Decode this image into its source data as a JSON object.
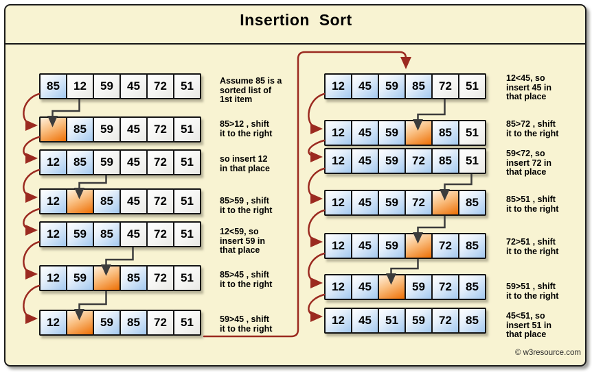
{
  "title": "Insertion  Sort",
  "watermark": "© w3resource.com",
  "colors": {
    "background": "#F8F3D2",
    "flow_arrow_red": "#9B2A20",
    "shift_arrow_gray": "#3C3C3C",
    "cell_blue": "#A4C9EF",
    "cell_orange": "#EE6F04",
    "cell_white": "#F5F5F3",
    "cell_border": "#141414"
  },
  "left_column": {
    "rows": [
      {
        "cells": [
          {
            "value": "85",
            "state": "blue"
          },
          {
            "value": "12",
            "state": "white"
          },
          {
            "value": "59",
            "state": "white"
          },
          {
            "value": "45",
            "state": "white"
          },
          {
            "value": "72",
            "state": "white"
          },
          {
            "value": "51",
            "state": "white"
          }
        ]
      },
      {
        "cells": [
          {
            "value": "",
            "state": "orange"
          },
          {
            "value": "85",
            "state": "blue"
          },
          {
            "value": "59",
            "state": "white"
          },
          {
            "value": "45",
            "state": "white"
          },
          {
            "value": "72",
            "state": "white"
          },
          {
            "value": "51",
            "state": "white"
          }
        ]
      },
      {
        "cells": [
          {
            "value": "12",
            "state": "blue"
          },
          {
            "value": "85",
            "state": "blue"
          },
          {
            "value": "59",
            "state": "white"
          },
          {
            "value": "45",
            "state": "white"
          },
          {
            "value": "72",
            "state": "white"
          },
          {
            "value": "51",
            "state": "white"
          }
        ]
      },
      {
        "cells": [
          {
            "value": "12",
            "state": "blue"
          },
          {
            "value": "",
            "state": "orange"
          },
          {
            "value": "85",
            "state": "blue"
          },
          {
            "value": "45",
            "state": "white"
          },
          {
            "value": "72",
            "state": "white"
          },
          {
            "value": "51",
            "state": "white"
          }
        ]
      },
      {
        "cells": [
          {
            "value": "12",
            "state": "blue"
          },
          {
            "value": "59",
            "state": "blue"
          },
          {
            "value": "85",
            "state": "blue"
          },
          {
            "value": "45",
            "state": "white"
          },
          {
            "value": "72",
            "state": "white"
          },
          {
            "value": "51",
            "state": "white"
          }
        ]
      },
      {
        "cells": [
          {
            "value": "12",
            "state": "blue"
          },
          {
            "value": "59",
            "state": "blue"
          },
          {
            "value": "",
            "state": "orange"
          },
          {
            "value": "85",
            "state": "blue"
          },
          {
            "value": "72",
            "state": "white"
          },
          {
            "value": "51",
            "state": "white"
          }
        ]
      },
      {
        "cells": [
          {
            "value": "12",
            "state": "blue"
          },
          {
            "value": "",
            "state": "orange"
          },
          {
            "value": "59",
            "state": "blue"
          },
          {
            "value": "85",
            "state": "blue"
          },
          {
            "value": "72",
            "state": "white"
          },
          {
            "value": "51",
            "state": "white"
          }
        ]
      }
    ],
    "annotations": [
      [
        "Assume 85 is a",
        "sorted list of",
        "1st item"
      ],
      [
        "85>12 , shift",
        "it to the right"
      ],
      [
        "so insert 12",
        "in that place"
      ],
      [
        "85>59 , shift",
        "it to the right"
      ],
      [
        "12<59, so",
        "insert 59 in",
        "that place"
      ],
      [
        "85>45 , shift",
        "it to the right"
      ],
      [
        "59>45 , shift",
        "it to the right"
      ]
    ]
  },
  "right_column": {
    "rows": [
      {
        "cells": [
          {
            "value": "12",
            "state": "blue"
          },
          {
            "value": "45",
            "state": "blue"
          },
          {
            "value": "59",
            "state": "blue"
          },
          {
            "value": "85",
            "state": "blue"
          },
          {
            "value": "72",
            "state": "white"
          },
          {
            "value": "51",
            "state": "white"
          }
        ]
      },
      {
        "cells": [
          {
            "value": "12",
            "state": "blue"
          },
          {
            "value": "45",
            "state": "blue"
          },
          {
            "value": "59",
            "state": "blue"
          },
          {
            "value": "",
            "state": "orange"
          },
          {
            "value": "85",
            "state": "blue"
          },
          {
            "value": "51",
            "state": "white"
          }
        ]
      },
      {
        "cells": [
          {
            "value": "12",
            "state": "blue"
          },
          {
            "value": "45",
            "state": "blue"
          },
          {
            "value": "59",
            "state": "blue"
          },
          {
            "value": "72",
            "state": "blue"
          },
          {
            "value": "85",
            "state": "blue"
          },
          {
            "value": "51",
            "state": "white"
          }
        ]
      },
      {
        "cells": [
          {
            "value": "12",
            "state": "blue"
          },
          {
            "value": "45",
            "state": "blue"
          },
          {
            "value": "59",
            "state": "blue"
          },
          {
            "value": "72",
            "state": "blue"
          },
          {
            "value": "",
            "state": "orange"
          },
          {
            "value": "85",
            "state": "blue"
          }
        ]
      },
      {
        "cells": [
          {
            "value": "12",
            "state": "blue"
          },
          {
            "value": "45",
            "state": "blue"
          },
          {
            "value": "59",
            "state": "blue"
          },
          {
            "value": "",
            "state": "orange"
          },
          {
            "value": "72",
            "state": "blue"
          },
          {
            "value": "85",
            "state": "blue"
          }
        ]
      },
      {
        "cells": [
          {
            "value": "12",
            "state": "blue"
          },
          {
            "value": "45",
            "state": "blue"
          },
          {
            "value": "",
            "state": "orange"
          },
          {
            "value": "59",
            "state": "blue"
          },
          {
            "value": "72",
            "state": "blue"
          },
          {
            "value": "85",
            "state": "blue"
          }
        ]
      },
      {
        "cells": [
          {
            "value": "12",
            "state": "blue"
          },
          {
            "value": "45",
            "state": "blue"
          },
          {
            "value": "51",
            "state": "blue"
          },
          {
            "value": "59",
            "state": "blue"
          },
          {
            "value": "72",
            "state": "blue"
          },
          {
            "value": "85",
            "state": "blue"
          }
        ]
      }
    ],
    "annotations": [
      [
        "12<45, so",
        "insert 45 in",
        "that place"
      ],
      [
        "85>72 , shift",
        "it to the right"
      ],
      [
        "59<72, so",
        "insert 72 in",
        "that place"
      ],
      [
        "85>51 , shift",
        "it to the right"
      ],
      [
        "72>51 , shift",
        "it to the right"
      ],
      [
        "59>51 , shift",
        "it to the right"
      ],
      [
        "45<51, so",
        "insert 51 in",
        "that place"
      ]
    ]
  },
  "shift_arrows": [
    {
      "column": "left",
      "from_row": 0,
      "from_cell": 1,
      "to_row": 1,
      "to_cell": 0
    },
    {
      "column": "left",
      "from_row": 2,
      "from_cell": 2,
      "to_row": 3,
      "to_cell": 1
    },
    {
      "column": "left",
      "from_row": 4,
      "from_cell": 3,
      "to_row": 5,
      "to_cell": 2
    },
    {
      "column": "left",
      "from_row": 5,
      "from_cell": 2,
      "to_row": 6,
      "to_cell": 1
    },
    {
      "column": "right",
      "from_row": 0,
      "from_cell": 4,
      "to_row": 1,
      "to_cell": 3
    },
    {
      "column": "right",
      "from_row": 2,
      "from_cell": 5,
      "to_row": 3,
      "to_cell": 4
    },
    {
      "column": "right",
      "from_row": 3,
      "from_cell": 4,
      "to_row": 4,
      "to_cell": 3
    },
    {
      "column": "right",
      "from_row": 4,
      "from_cell": 3,
      "to_row": 5,
      "to_cell": 2
    }
  ]
}
